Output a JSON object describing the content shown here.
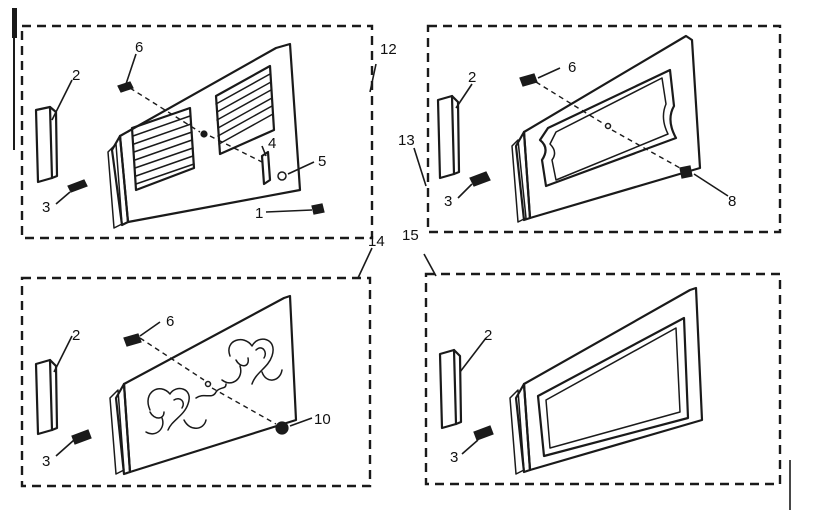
{
  "callouts": {
    "a2": "2",
    "a6": "6",
    "a3": "3",
    "a4": "4",
    "a5": "5",
    "a1": "1",
    "a12": "12",
    "b2": "2",
    "b6": "6",
    "b13": "13",
    "b3": "3",
    "b8": "8",
    "c14": "14",
    "c2": "2",
    "c6": "6",
    "c3": "3",
    "c10": "10",
    "d15": "15",
    "d2": "2",
    "d3": "3"
  },
  "colors": {
    "ink": "#1a1a1a",
    "paper": "#ffffff"
  }
}
